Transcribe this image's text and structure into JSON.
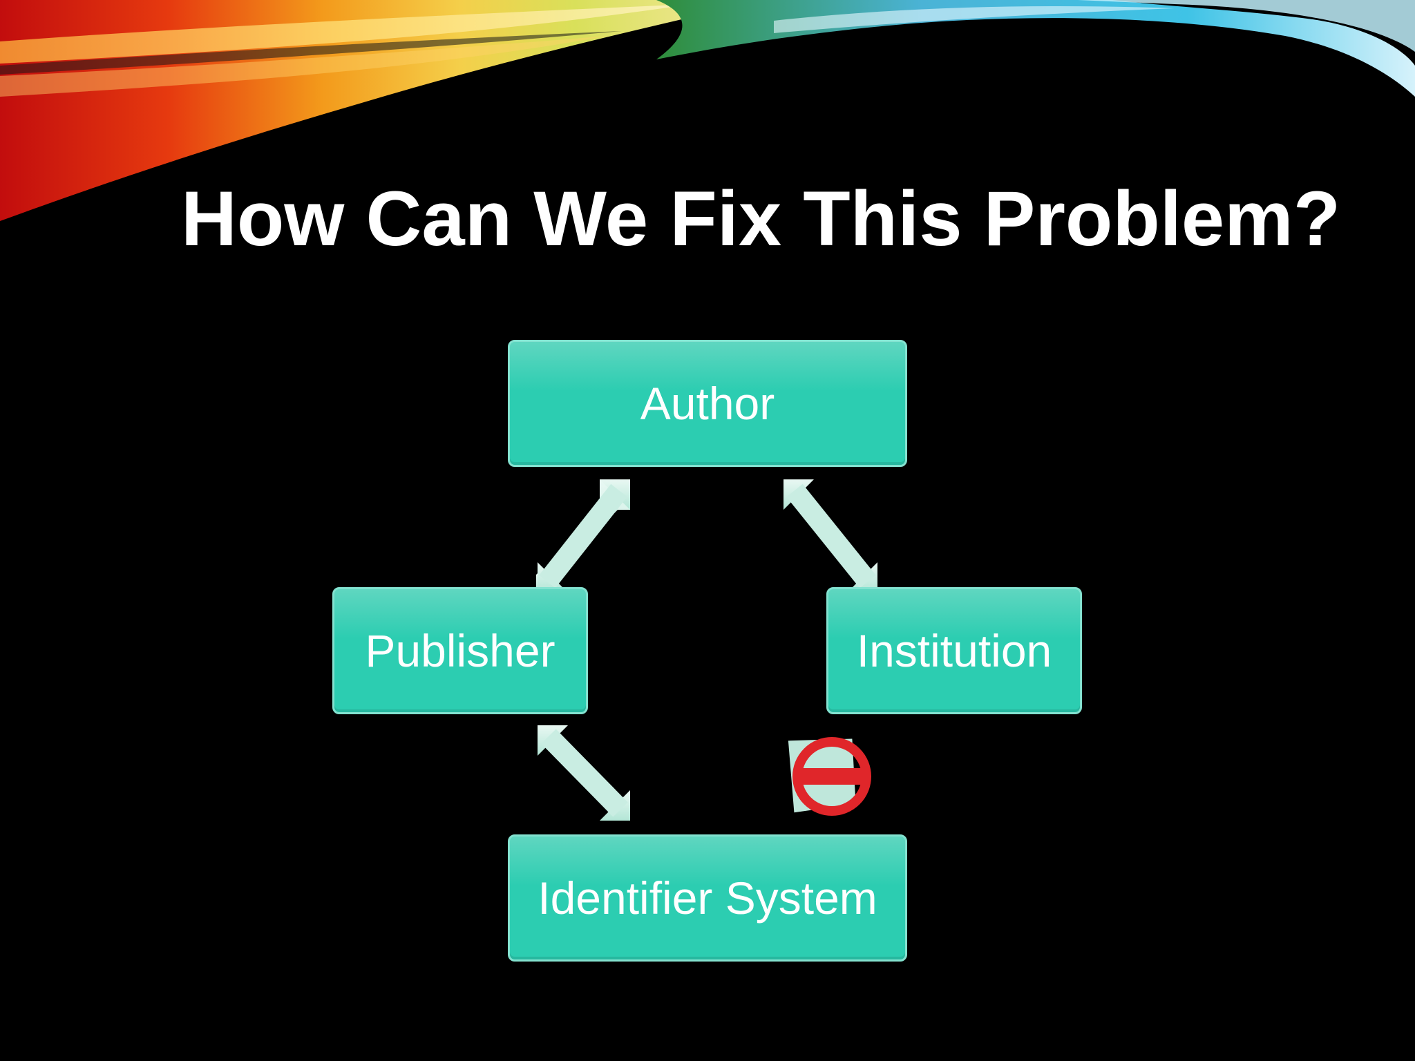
{
  "slide": {
    "title": "How Can We Fix This Problem?"
  },
  "diagram": {
    "nodes": [
      {
        "id": "author",
        "label": "Author"
      },
      {
        "id": "publisher",
        "label": "Publisher"
      },
      {
        "id": "institution",
        "label": "Institution"
      },
      {
        "id": "identifier",
        "label": "Identifier System"
      }
    ],
    "edges": [
      {
        "from": "author",
        "to": "publisher",
        "type": "bidirectional"
      },
      {
        "from": "author",
        "to": "institution",
        "type": "bidirectional"
      },
      {
        "from": "publisher",
        "to": "identifier",
        "type": "bidirectional"
      },
      {
        "from": "institution",
        "to": "identifier",
        "type": "blocked"
      }
    ],
    "blocked_icon": "no-entry-icon"
  },
  "colors": {
    "background": "#000000",
    "node_fill": "#2ccdb1",
    "node_text": "#ffffff",
    "arrow_fill": "#c9ede2",
    "blocked_red": "#e0262a",
    "title_text": "#ffffff"
  }
}
